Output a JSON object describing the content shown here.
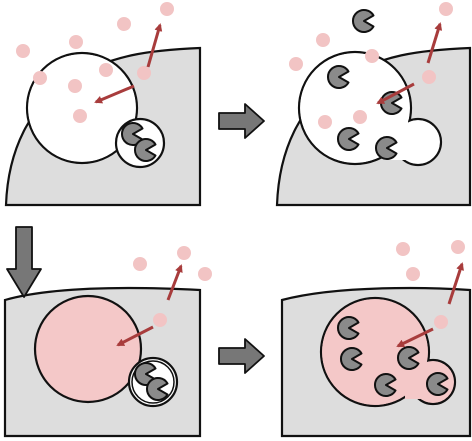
{
  "colors": {
    "cell_fill": "#dddddd",
    "outline": "#111111",
    "particle": "#f2c4c4",
    "vacuole_pink": "#f4c8c8",
    "transport_arrow": "#a83c3c",
    "enzyme": "#8a8a8a",
    "flow_arrow": "#777777",
    "background": "#ffffff"
  },
  "panels": [
    {
      "id": "top-left",
      "vacuole_state": "white",
      "enzymes": "inside-small-vesicle"
    },
    {
      "id": "top-right",
      "vacuole_state": "white",
      "enzymes": "released-into-vacuole"
    },
    {
      "id": "bottom-left",
      "vacuole_state": "pink",
      "enzymes": "inside-small-vesicle"
    },
    {
      "id": "bottom-right",
      "vacuole_state": "pink",
      "enzymes": "released-into-vacuole"
    }
  ],
  "flow_arrows": [
    {
      "from": "top-left",
      "to": "top-right",
      "direction": "right"
    },
    {
      "from": "top-left",
      "to": "bottom-left",
      "direction": "down"
    },
    {
      "from": "bottom-left",
      "to": "bottom-right",
      "direction": "right"
    }
  ],
  "icons": [
    "enzyme-pacman-icon",
    "particle-dot-icon",
    "transport-arrow-icon"
  ]
}
